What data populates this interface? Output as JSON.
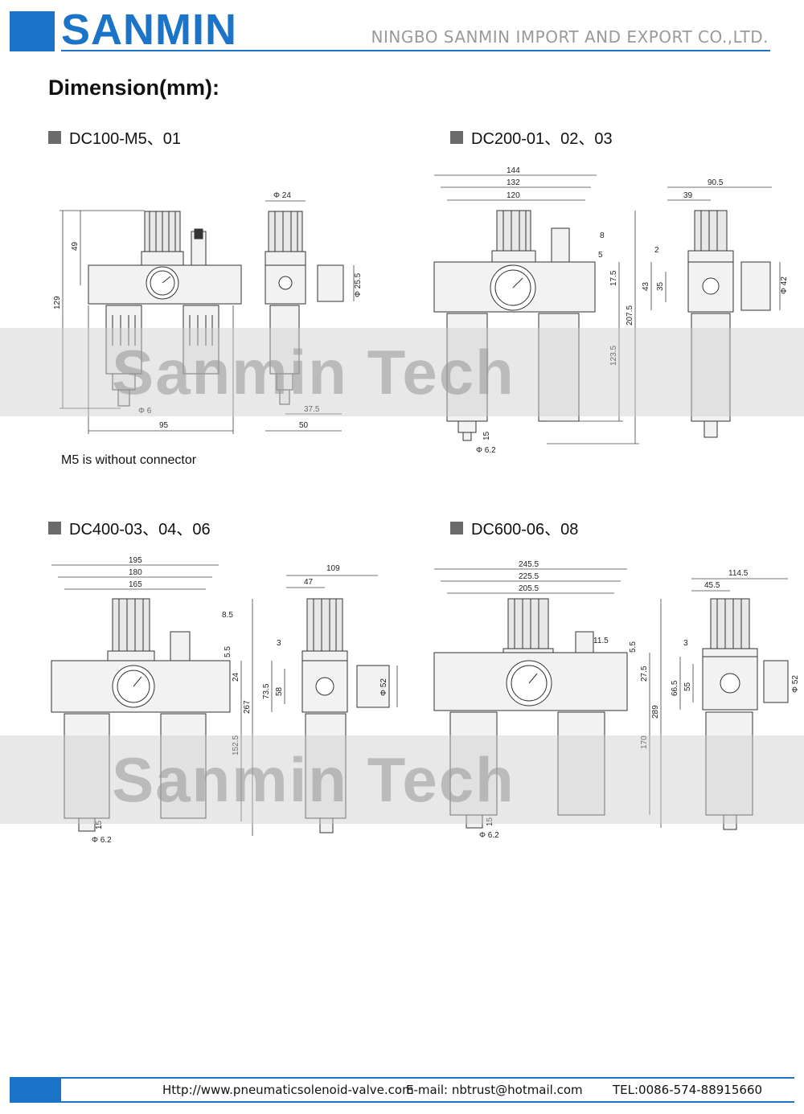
{
  "header": {
    "logo": "SANMIN",
    "company": "NINGBO SANMIN IMPORT AND EXPORT CO.,LTD."
  },
  "title": "Dimension(mm):",
  "sections": [
    {
      "label": "DC100-M5、01"
    },
    {
      "label": "DC200-01、02、03"
    },
    {
      "label": "DC400-03、04、06"
    },
    {
      "label": "DC600-06、08"
    }
  ],
  "note": "M5 is without connector",
  "watermark": "Sanmin Tech",
  "dims": {
    "dc100": [
      "Φ 24",
      "49",
      "129",
      "Φ 25.5",
      "Φ 6",
      "95",
      "37.5",
      "50"
    ],
    "dc200": [
      "144",
      "132",
      "120",
      "90.5",
      "39",
      "8",
      "5",
      "2",
      "17.5",
      "43",
      "35",
      "Φ 42",
      "207.5",
      "123.5",
      "15",
      "Φ 6.2"
    ],
    "dc400": [
      "195",
      "180",
      "165",
      "109",
      "47",
      "8.5",
      "5.5",
      "3",
      "24",
      "73.5",
      "58",
      "Φ 52",
      "267",
      "152.5",
      "15",
      "Φ 6.2"
    ],
    "dc600": [
      "245.5",
      "225.5",
      "205.5",
      "114.5",
      "45.5",
      "11.5",
      "5.5",
      "3",
      "27.5",
      "66.5",
      "55",
      "Φ 52",
      "289",
      "170",
      "15",
      "Φ 6.2"
    ]
  },
  "footer": {
    "url": "Http://www.pneumaticsolenoid-valve.com",
    "email": "E-mail: nbtrust@hotmail.com",
    "tel": "TEL:0086-574-88915660"
  },
  "colors": {
    "brand": "#1c74c9",
    "gray": "#6b6b6b"
  }
}
